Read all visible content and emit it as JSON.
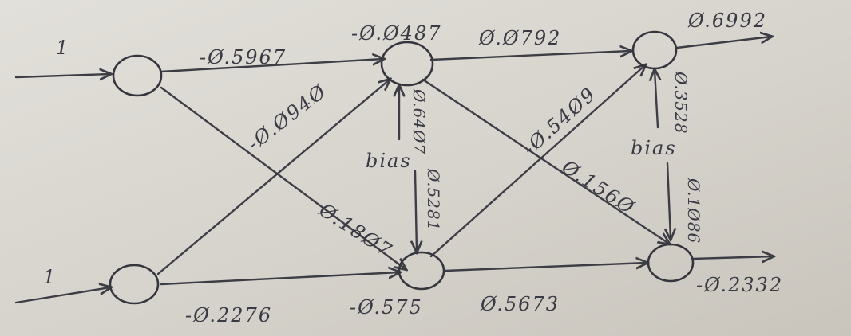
{
  "inputs": [
    "1",
    "1"
  ],
  "weights": {
    "i1_h1": "-Ø.5967",
    "i1_h2": "Ø.18Ø7",
    "i2_h1": "-Ø.Ø94Ø",
    "i2_h2": "-Ø.2276",
    "h1_o1": "Ø.Ø792",
    "h1_o2": "Ø.156Ø",
    "h2_o1": "-Ø.54Ø9",
    "h2_o2": "Ø.5673"
  },
  "biases": {
    "label": "bias",
    "b1_h1": "-Ø.Ø487",
    "b1_h2": "-Ø.575",
    "b1_bias_top": "Ø.64Ø7",
    "b1_bias_bottom": "Ø.5281",
    "b2_bias_top": "Ø.3528",
    "b2_bias_bottom": "Ø.1Ø86"
  },
  "outputs": [
    "Ø.6992",
    "-Ø.2332"
  ]
}
